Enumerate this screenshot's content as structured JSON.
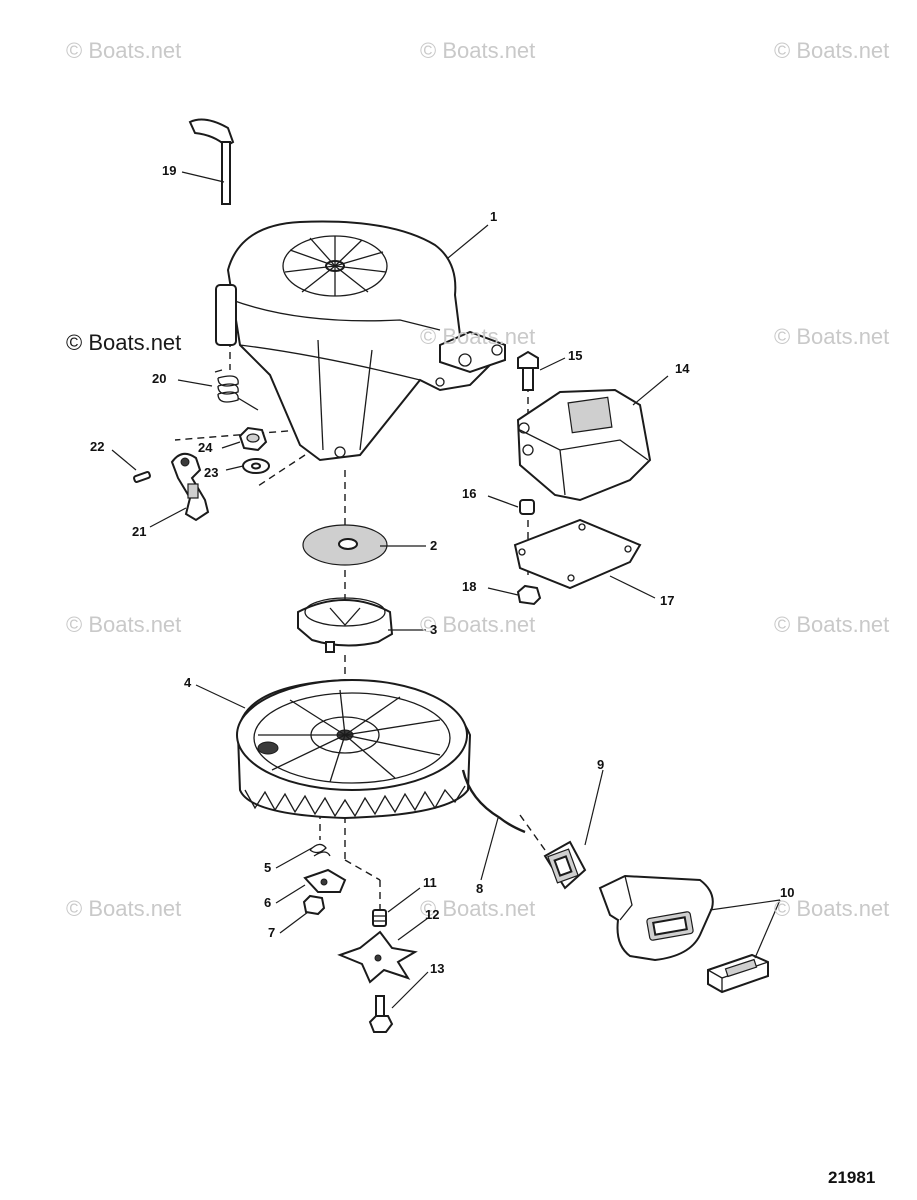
{
  "watermarks": [
    "© Boats.net",
    "© Boats.net",
    "© Boats.net",
    "© Boats.net",
    "© Boats.net",
    "© Boats.net",
    "© Boats.net",
    "© Boats.net",
    "© Boats.net",
    "© Boats.net",
    "© Boats.net",
    "© Boats.net"
  ],
  "callouts": [
    "1",
    "2",
    "3",
    "4",
    "5",
    "6",
    "7",
    "8",
    "9",
    "10",
    "11",
    "12",
    "13",
    "14",
    "15",
    "16",
    "17",
    "18",
    "19",
    "20",
    "21",
    "22",
    "23",
    "24"
  ],
  "drawing_number": "21981"
}
